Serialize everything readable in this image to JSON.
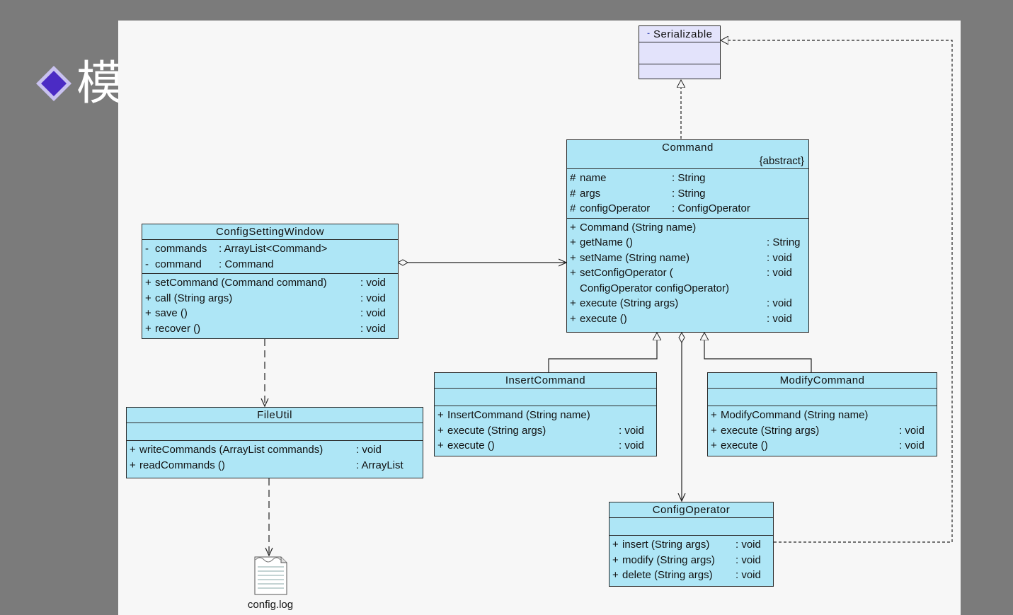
{
  "slide": {
    "title": "模"
  },
  "classes": {
    "serializable": {
      "name": "Serializable"
    },
    "command": {
      "name": "Command",
      "stereotype": "{abstract}",
      "attributes": [
        {
          "vis": "#",
          "name": "name",
          "type": ": String"
        },
        {
          "vis": "#",
          "name": "args",
          "type": ": String"
        },
        {
          "vis": "#",
          "name": "configOperator",
          "type": ": ConfigOperator"
        }
      ],
      "operations": [
        {
          "vis": "+",
          "name": "Command (String name)",
          "type": ""
        },
        {
          "vis": "+",
          "name": "getName ()",
          "type": ": String"
        },
        {
          "vis": "+",
          "name": "setName (String name)",
          "type": ": void"
        },
        {
          "vis": "+",
          "name": "setConfigOperator (",
          "type": ": void"
        },
        {
          "vis": "",
          "name": "ConfigOperator configOperator)",
          "type": ""
        },
        {
          "vis": "+",
          "name": "execute (String args)",
          "type": ": void"
        },
        {
          "vis": "+",
          "name": "execute ()",
          "type": ": void"
        }
      ]
    },
    "configSettingWindow": {
      "name": "ConfigSettingWindow",
      "attributes": [
        {
          "vis": "-",
          "name": "commands",
          "type": ": ArrayList<Command>"
        },
        {
          "vis": "-",
          "name": "command",
          "type": ": Command"
        }
      ],
      "operations": [
        {
          "vis": "+",
          "name": "setCommand (Command command)",
          "type": ": void"
        },
        {
          "vis": "+",
          "name": "call (String args)",
          "type": ": void"
        },
        {
          "vis": "+",
          "name": "save ()",
          "type": ": void"
        },
        {
          "vis": "+",
          "name": "recover ()",
          "type": ": void"
        }
      ]
    },
    "fileUtil": {
      "name": "FileUtil",
      "operations": [
        {
          "vis": "+",
          "name": "writeCommands (ArrayList commands)",
          "type": ": void"
        },
        {
          "vis": "+",
          "name": "readCommands ()",
          "type": ": ArrayList"
        }
      ]
    },
    "insertCommand": {
      "name": "InsertCommand",
      "operations": [
        {
          "vis": "+",
          "name": "InsertCommand (String name)",
          "type": ""
        },
        {
          "vis": "+",
          "name": "execute (String args)",
          "type": ": void"
        },
        {
          "vis": "+",
          "name": "execute ()",
          "type": ": void"
        }
      ]
    },
    "modifyCommand": {
      "name": "ModifyCommand",
      "operations": [
        {
          "vis": "+",
          "name": "ModifyCommand (String name)",
          "type": ""
        },
        {
          "vis": "+",
          "name": "execute (String args)",
          "type": ": void"
        },
        {
          "vis": "+",
          "name": "execute ()",
          "type": ": void"
        }
      ]
    },
    "configOperator": {
      "name": "ConfigOperator",
      "operations": [
        {
          "vis": "+",
          "name": "insert (String args)",
          "type": ": void"
        },
        {
          "vis": "+",
          "name": "modify (String args)",
          "type": ": void"
        },
        {
          "vis": "+",
          "name": "delete (String args)",
          "type": ": void"
        }
      ]
    }
  },
  "artifact": {
    "label": "config.log",
    "icon": "document-icon"
  },
  "colors": {
    "class_fill": "#aee6f6",
    "interface_fill": "#e3e3fb",
    "background": "#7b7b7b",
    "canvas": "#f7f7f7",
    "bullet": "#4b2bc4"
  }
}
